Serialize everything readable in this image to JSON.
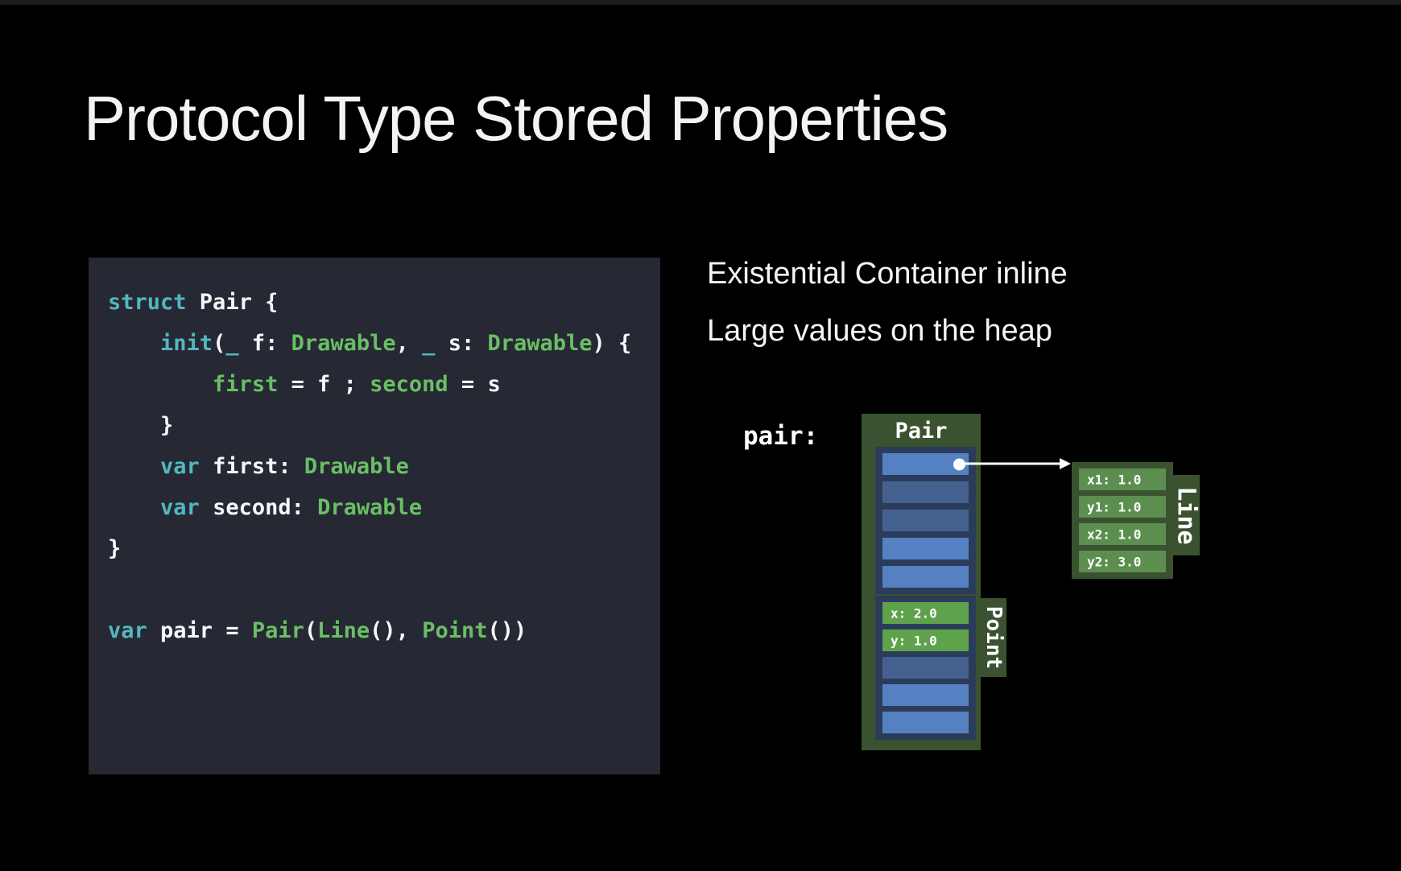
{
  "slide": {
    "title": "Protocol Type Stored Properties",
    "headings": [
      "Existential Container inline",
      "Large values on the heap"
    ]
  },
  "code": {
    "background": "#262834",
    "colors": {
      "keyword": "#52b7c0",
      "type": "#6abf64",
      "plain": "#f5f6f8"
    },
    "lines": [
      [
        {
          "t": "struct",
          "c": "kw"
        },
        {
          "t": " Pair {"
        }
      ],
      [
        {
          "t": "    "
        },
        {
          "t": "init",
          "c": "kw"
        },
        {
          "t": "("
        },
        {
          "t": "_",
          "c": "kw"
        },
        {
          "t": " f: "
        },
        {
          "t": "Drawable",
          "c": "ty"
        },
        {
          "t": ", "
        },
        {
          "t": "_",
          "c": "kw"
        },
        {
          "t": " s: "
        },
        {
          "t": "Drawable",
          "c": "ty"
        },
        {
          "t": ") {"
        }
      ],
      [
        {
          "t": "        "
        },
        {
          "t": "first",
          "c": "ty"
        },
        {
          "t": " = f ; "
        },
        {
          "t": "second",
          "c": "ty"
        },
        {
          "t": " = s"
        }
      ],
      [
        {
          "t": "    }"
        }
      ],
      [
        {
          "t": "    "
        },
        {
          "t": "var",
          "c": "kw"
        },
        {
          "t": " first: "
        },
        {
          "t": "Drawable",
          "c": "ty"
        }
      ],
      [
        {
          "t": "    "
        },
        {
          "t": "var",
          "c": "kw"
        },
        {
          "t": " second: "
        },
        {
          "t": "Drawable",
          "c": "ty"
        }
      ],
      [
        {
          "t": "}"
        }
      ],
      [],
      [
        {
          "t": "var",
          "c": "kw"
        },
        {
          "t": " pair = "
        },
        {
          "t": "Pair",
          "c": "ty"
        },
        {
          "t": "("
        },
        {
          "t": "Line",
          "c": "ty"
        },
        {
          "t": "(), "
        },
        {
          "t": "Point",
          "c": "ty"
        },
        {
          "t": "())"
        }
      ]
    ]
  },
  "diagram": {
    "pair_label": "pair:",
    "pair_box": {
      "title": "Pair",
      "container1_rows": [
        {
          "style": "bright",
          "dot": true
        },
        {
          "style": "muted"
        },
        {
          "style": "muted"
        },
        {
          "style": "bright"
        },
        {
          "style": "bright"
        }
      ],
      "container2_rows": [
        {
          "style": "green",
          "label": "x: 2.0"
        },
        {
          "style": "green",
          "label": "y: 1.0"
        },
        {
          "style": "muted"
        },
        {
          "style": "bright"
        },
        {
          "style": "bright"
        }
      ],
      "point_tab": "Point"
    },
    "line_box": {
      "tab": "Line",
      "rows": [
        "x1: 1.0",
        "y1: 1.0",
        "x2: 1.0",
        "y2: 3.0"
      ]
    },
    "colors": {
      "box_green": "#3a5230",
      "row_green_point": "#5fa24c",
      "row_green_line": "#5c8f4f",
      "container_navy": "#2b3c5a",
      "row_blue_bright": "#5580c2",
      "row_blue_muted": "#44608f",
      "arrow": "#ffffff"
    }
  }
}
